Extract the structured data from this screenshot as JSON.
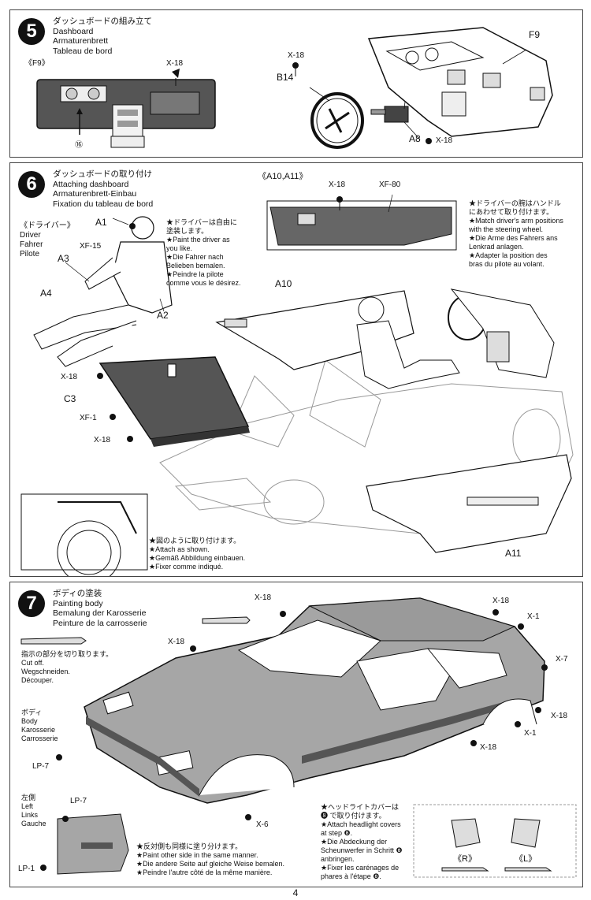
{
  "step5": {
    "number": "5",
    "title_jp": "ダッシュボードの組み立て",
    "title_en": "Dashboard",
    "title_de": "Armaturenbrett",
    "title_fr": "Tableau de bord",
    "inset_label": "《F9》",
    "part_x18_a": "X-18",
    "part_16": "⑯",
    "part_x18_b": "X-18",
    "part_b14": "B14",
    "part_f9": "F9",
    "part_a8": "A8",
    "part_x18_c": "X-18"
  },
  "step6": {
    "number": "6",
    "title_jp": "ダッシュボードの取り付け",
    "title_en": "Attaching dashboard",
    "title_de": "Armaturenbrett-Einbau",
    "title_fr": "Fixation du tableau de bord",
    "driver_jp": "《ドライバー》",
    "driver_en": "Driver",
    "driver_de": "Fahrer",
    "driver_fr": "Pilote",
    "a1": "A1",
    "xf15": "XF-15",
    "a3": "A3",
    "a4": "A4",
    "a2": "A2",
    "paint_note": [
      "★ドライバーは自由に",
      "塗装します。",
      "★Paint the driver as",
      "you like.",
      "★Die Fahrer nach",
      "Belieben bemalen.",
      "★Peindre la pilote",
      "comme vous le désirez."
    ],
    "inset_label": "《A10,A11》",
    "x18_inset": "X-18",
    "xf80": "XF-80",
    "arm_note": [
      "★ドライバーの腕はハンドル",
      "にあわせて取り付けます。",
      "★Match driver's arm positions",
      "with the steering wheel.",
      "★Die Arme des Fahrers ans",
      "Lenkrad anlagen.",
      "★Adapter la position des",
      "bras du pilote au volant."
    ],
    "a10": "A10",
    "x18_a": "X-18",
    "c3": "C3",
    "xf1": "XF-1",
    "x18_b": "X-18",
    "attach_note": [
      "★図のように取り付けます。",
      "★Attach as shown.",
      "★Gemäß Abbildung einbauen.",
      "★Fixer comme indiqué."
    ],
    "a11": "A11"
  },
  "step7": {
    "number": "7",
    "title_jp": "ボディの塗装",
    "title_en": "Painting body",
    "title_de": "Bemalung der Karosserie",
    "title_fr": "Peinture de la carrosserie",
    "cut_note": [
      "指示の部分を切り取ります。",
      "Cut off.",
      "Wegschneiden.",
      "Découper."
    ],
    "body_label": [
      "ボディ",
      "Body",
      "Karosserie",
      "Carrosserie"
    ],
    "left_label": [
      "左側",
      "Left",
      "Links",
      "Gauche"
    ],
    "x18_top": "X-18",
    "x18_hood": "X-18",
    "x18_right1": "X-18",
    "x1_a": "X-1",
    "x7": "X-7",
    "x18_right2": "X-18",
    "x1_b": "X-1",
    "x18_right3": "X-18",
    "lp7_a": "LP-7",
    "lp7_b": "LP-7",
    "lp1": "LP-1",
    "x6": "X-6",
    "other_side_note": [
      "★反対側も同様に塗り分けます。",
      "★Paint other side in the same manner.",
      "★Die andere Seite auf gleiche Weise bemalen.",
      "★Peindre l'autre côté de la même manière."
    ],
    "headlight_note": [
      "★ヘッドライトカバーは",
      "❽ で取り付けます。",
      "★Attach headlight covers",
      "at step ❽.",
      "★Die Abdeckung der",
      "Scheunwerfer in Schritt ❽",
      "anbringen.",
      "★Fixer les carénages de",
      "phares à l'étape ❽."
    ],
    "right_cover": "《R》",
    "left_cover": "《L》"
  },
  "page_number": "4"
}
